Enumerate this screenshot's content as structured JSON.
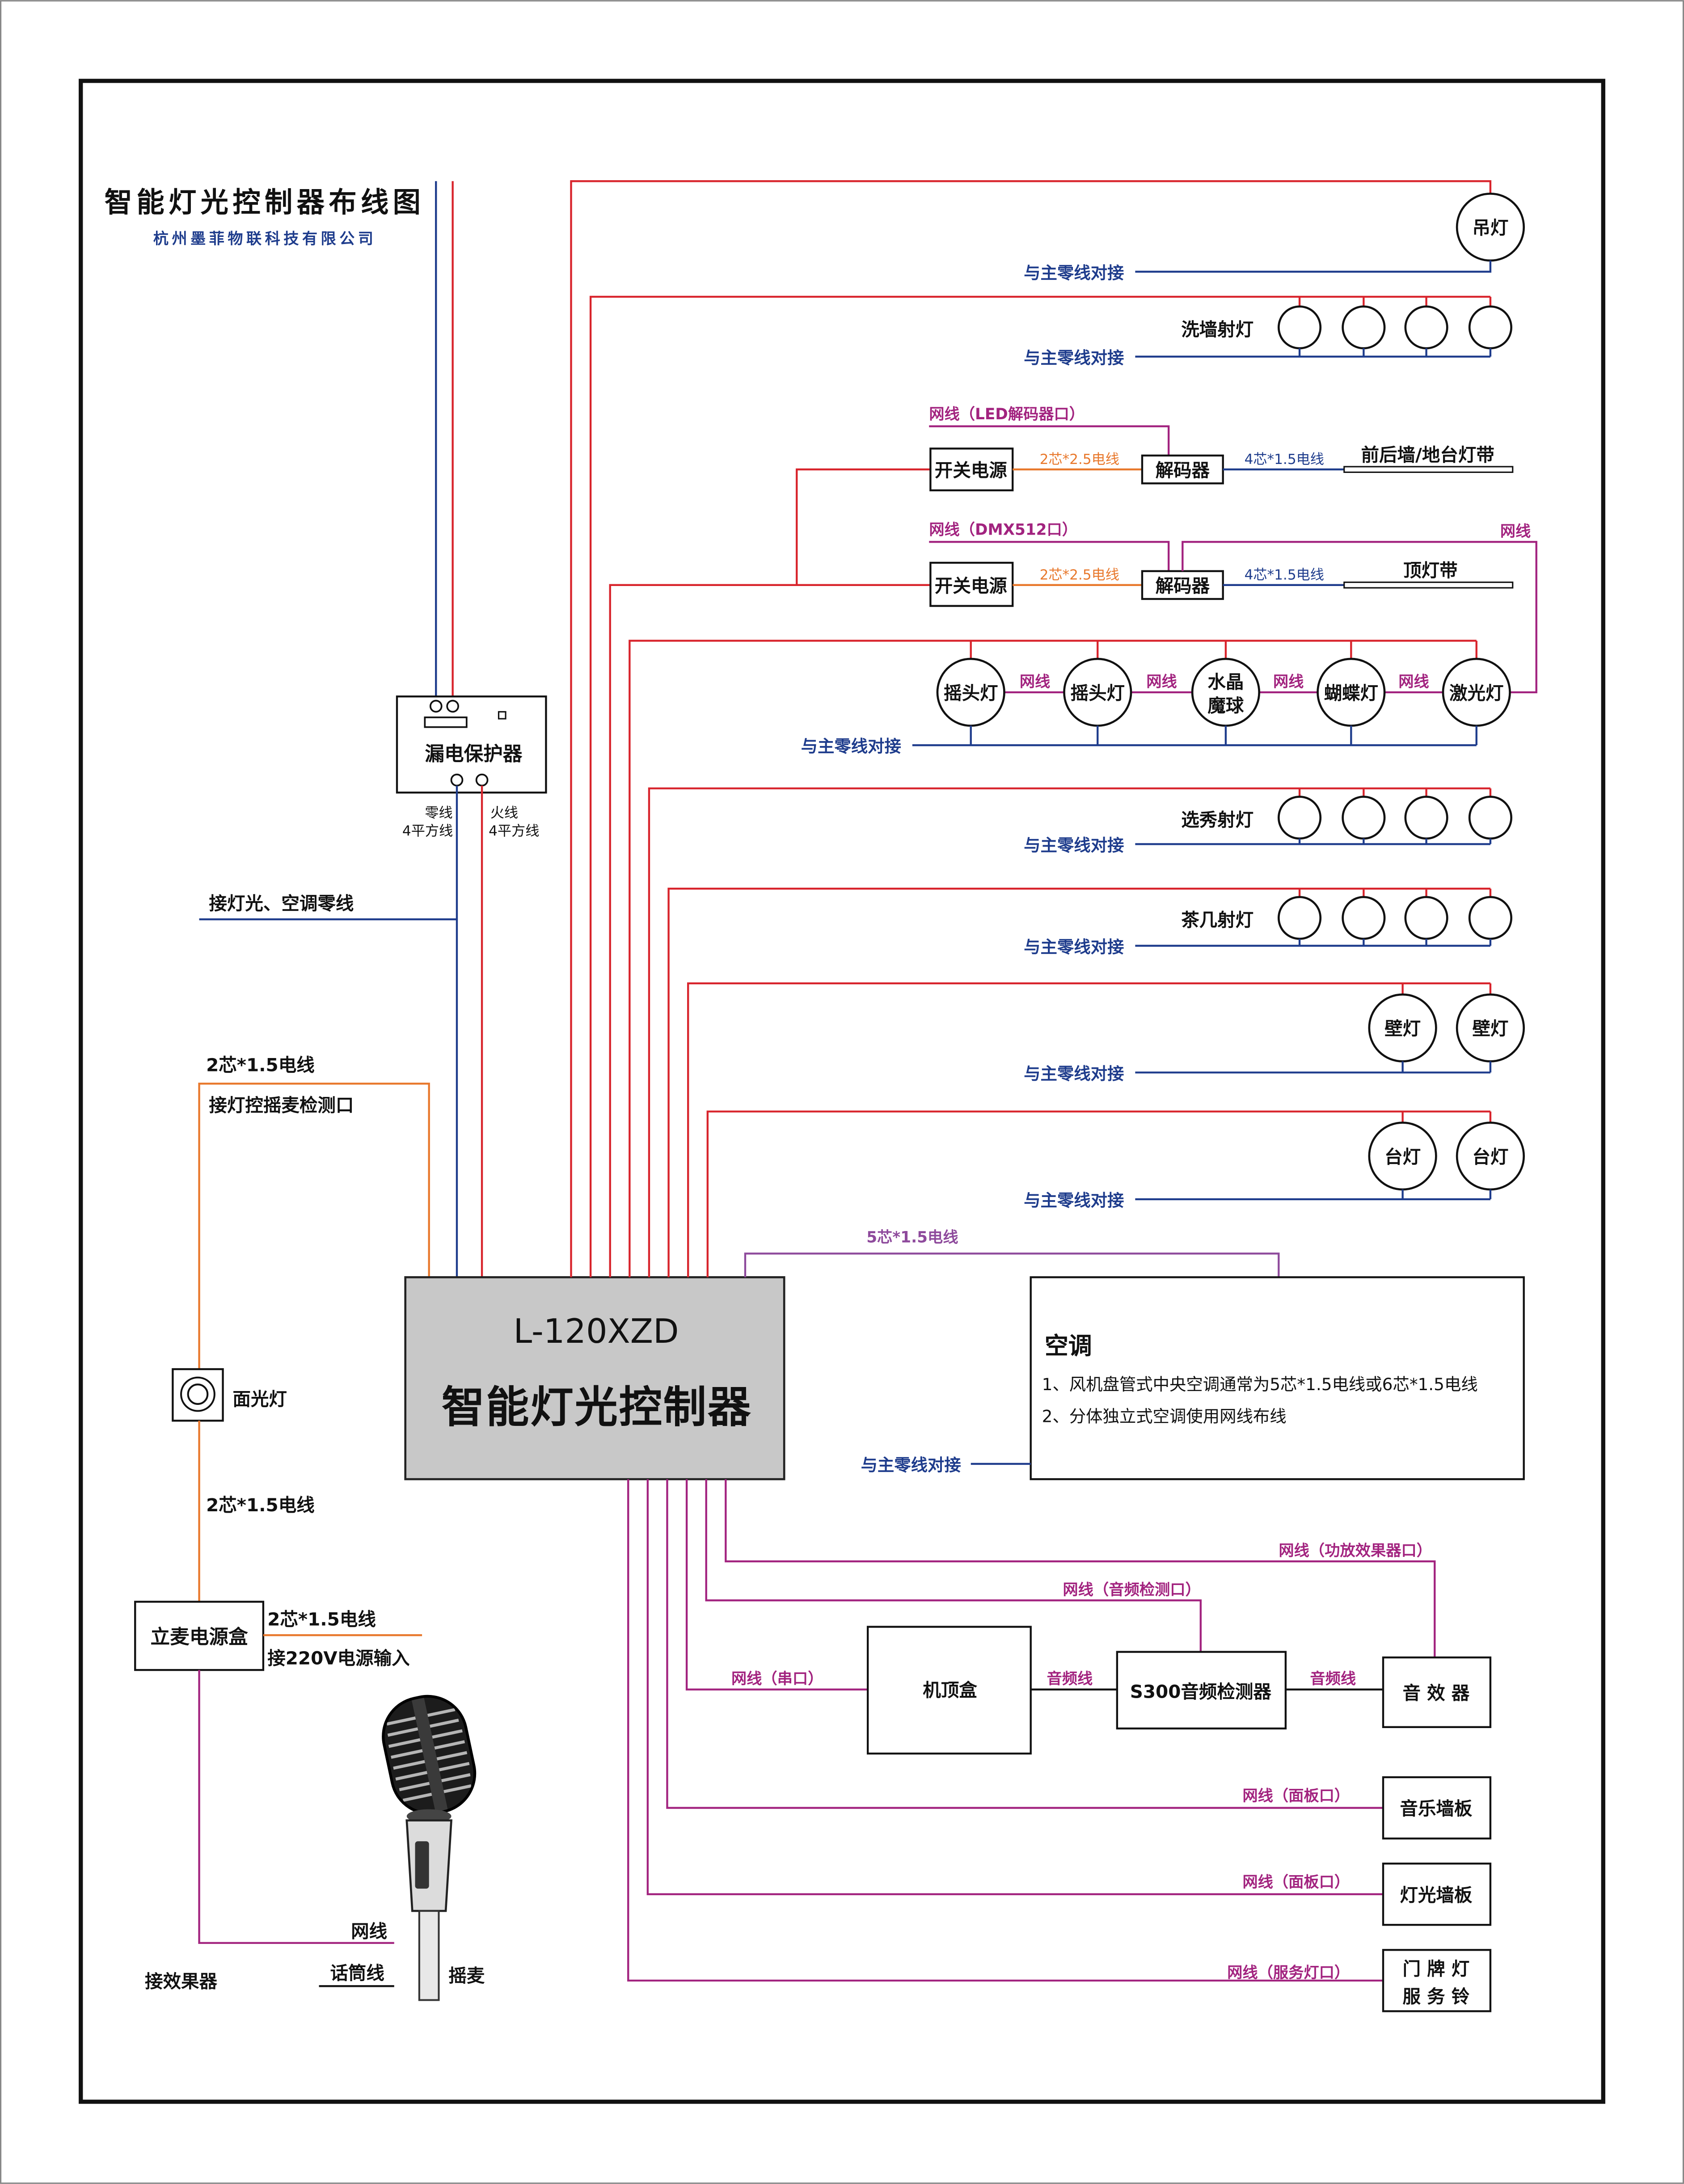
{
  "colors": {
    "live": "#d8242c",
    "neutral": "#1e3c8c",
    "network": "#a2237f",
    "power_cable": "#e8782c",
    "ac_cable": "#8e4a9c",
    "controller_fill": "#c8c8c8"
  },
  "header": {
    "title": "智能灯光控制器布线图",
    "company": "杭州墨菲物联科技有限公司"
  },
  "breaker": {
    "label": "漏电保护器",
    "neutral": "零线",
    "neutral_spec": "4平方线",
    "live": "火线",
    "live_spec": "4平方线"
  },
  "left": {
    "neutral_note": "接灯光、空调零线",
    "detect_cable": "2芯*1.5电线",
    "detect_port": "接灯控摇麦检测口",
    "face_light": "面光灯",
    "face_cable": "2芯*1.5电线",
    "mic_power_box": "立麦电源盒",
    "mic_power_cable": "2芯*1.5电线",
    "mic_power_input": "接220V电源输入",
    "network": "网线",
    "mic_cable": "话筒线",
    "effects": "接效果器",
    "mic": "摇麦"
  },
  "controller": {
    "model": "L-120XZD",
    "name": "智能灯光控制器"
  },
  "chandelier": {
    "fixture": "吊灯",
    "neutral": "与主零线对接"
  },
  "wall_wash": {
    "label": "洗墙射灯",
    "neutral": "与主零线对接"
  },
  "strip_front": {
    "network": "网线（LED解码器口）",
    "psu": "开关电源",
    "psu_cable": "2芯*2.5电线",
    "decoder": "解码器",
    "strip_cable": "4芯*1.5电线",
    "strip": "前后墙/地台灯带"
  },
  "strip_top": {
    "network": "网线（DMX512口）",
    "psu": "开关电源",
    "psu_cable": "2芯*2.5电线",
    "decoder": "解码器",
    "strip_cable": "4芯*1.5电线",
    "strip": "顶灯带",
    "dmx_link": "网线"
  },
  "stage": {
    "fixtures": [
      "摇头灯",
      "摇头灯",
      [
        "水晶",
        "魔球"
      ],
      "蝴蝶灯",
      "激光灯"
    ],
    "links": [
      "网线",
      "网线",
      "网线",
      "网线"
    ],
    "neutral": "与主零线对接"
  },
  "show_spot": {
    "label": "选秀射灯",
    "neutral": "与主零线对接"
  },
  "tea_spot": {
    "label": "茶几射灯",
    "neutral": "与主零线对接"
  },
  "wall_lamp": {
    "fixtures": [
      "壁灯",
      "壁灯"
    ],
    "neutral": "与主零线对接"
  },
  "table_lamp": {
    "fixtures": [
      "台灯",
      "台灯"
    ],
    "neutral": "与主零线对接"
  },
  "ac": {
    "cable": "5芯*1.5电线",
    "title": "空调",
    "notes": [
      "1、风机盘管式中央空调通常为5芯*1.5电线或6芯*1.5电线",
      "2、分体独立式空调使用网线布线"
    ],
    "neutral": "与主零线对接"
  },
  "av": {
    "amp_port": "网线（功放效果器口）",
    "audio_detect_port": "网线（音频检测口）",
    "serial_port": "网线（串口）",
    "set_top_box": "机顶盒",
    "audio_cable_1": "音频线",
    "detector": "S300音频检测器",
    "audio_cable_2": "音频线",
    "effects": "音 效 器",
    "music_panel_port": "网线（面板口）",
    "music_panel": "音乐墙板",
    "light_panel_port": "网线（面板口）",
    "light_panel": "灯光墙板",
    "service_port": "网线（服务灯口）",
    "service": [
      "门 牌 灯",
      "服 务 铃"
    ]
  }
}
